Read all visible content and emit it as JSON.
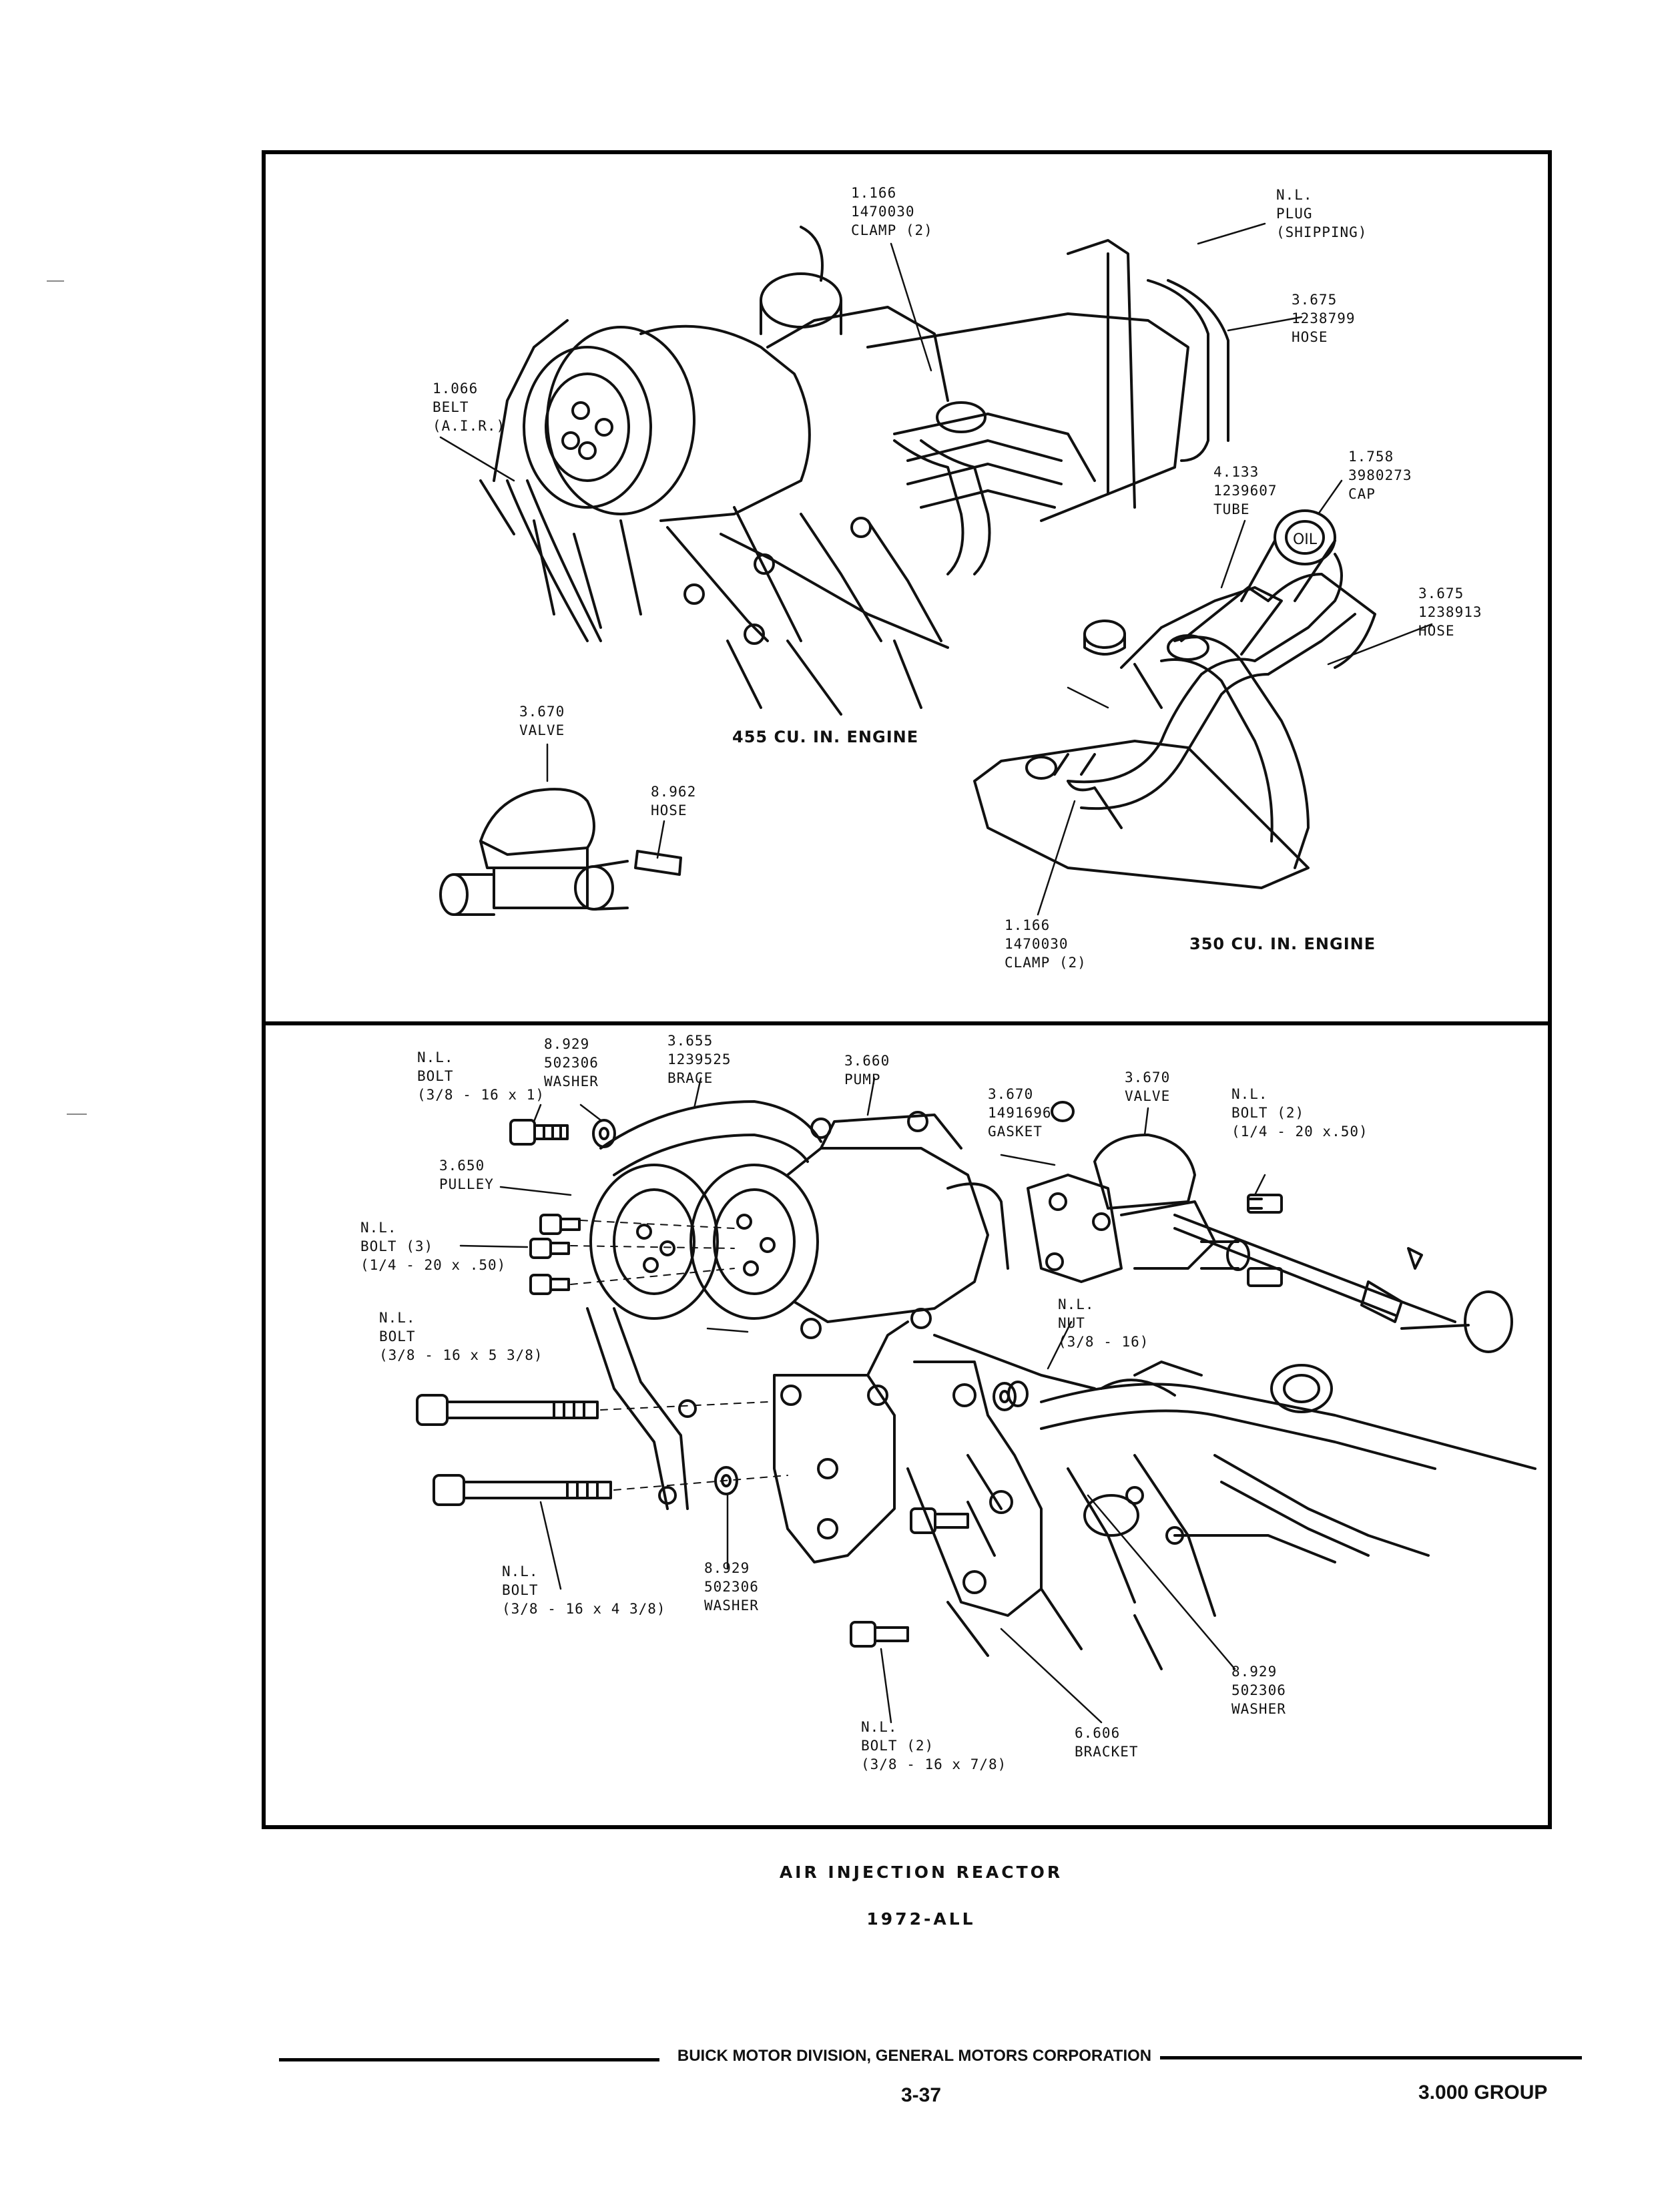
{
  "top_panel": {
    "engine_455": "455 CU. IN. ENGINE",
    "engine_350": "350 CU. IN. ENGINE",
    "labels": {
      "clamp_top": [
        "1.166",
        "1470030",
        "CLAMP (2)"
      ],
      "plug": [
        "N.L.",
        "PLUG",
        "(SHIPPING)"
      ],
      "hose_top": [
        "3.675",
        "1238799",
        "HOSE"
      ],
      "belt": [
        "1.066",
        "BELT",
        "(A.I.R.)"
      ],
      "cap": [
        "1.758",
        "3980273",
        "CAP"
      ],
      "tube": [
        "4.133",
        "1239607",
        "TUBE"
      ],
      "hose_350": [
        "3.675",
        "1238913",
        "HOSE"
      ],
      "valve_top": [
        "3.670",
        "VALVE"
      ],
      "hose_small": [
        "8.962",
        "HOSE"
      ],
      "clamp_bottom": [
        "1.166",
        "1470030",
        "CLAMP (2)"
      ]
    },
    "oil_cap_text": "OIL"
  },
  "bottom_panel": {
    "labels": {
      "bolt_a": [
        "N.L.",
        "BOLT",
        "(3/8 - 16 x 1)"
      ],
      "washer_a": [
        "8.929",
        "502306",
        "WASHER"
      ],
      "brace": [
        "3.655",
        "1239525",
        "BRACE"
      ],
      "pump": [
        "3.660",
        "PUMP"
      ],
      "gasket": [
        "3.670",
        "1491696",
        "GASKET"
      ],
      "valve": [
        "3.670",
        "VALVE"
      ],
      "bolt_b": [
        "N.L.",
        "BOLT (2)",
        "(1/4 - 20 x.50)"
      ],
      "pulley": [
        "3.650",
        "PULLEY"
      ],
      "bolt_c": [
        "N.L.",
        "BOLT (3)",
        "(1/4 - 20 x .50)"
      ],
      "nut": [
        "N.L.",
        "NUT",
        "(3/8 - 16)"
      ],
      "bolt_d": [
        "N.L.",
        "BOLT",
        "(3/8 - 16 x 5 3/8)"
      ],
      "bolt_e": [
        "N.L.",
        "BOLT",
        "(3/8 - 16 x 4 3/8)"
      ],
      "washer_b": [
        "8.929",
        "502306",
        "WASHER"
      ],
      "washer_c": [
        "8.929",
        "502306",
        "WASHER"
      ],
      "bracket": [
        "6.606",
        "BRACKET"
      ],
      "bolt_f": [
        "N.L.",
        "BOLT (2)",
        "(3/8 - 16 x 7/8)"
      ]
    }
  },
  "caption": {
    "title": "AIR INJECTION REACTOR",
    "subtitle": "1972-ALL"
  },
  "footer": {
    "company": "BUICK MOTOR DIVISION, GENERAL MOTORS CORPORATION",
    "page": "3-37",
    "group": "3.000 GROUP"
  }
}
